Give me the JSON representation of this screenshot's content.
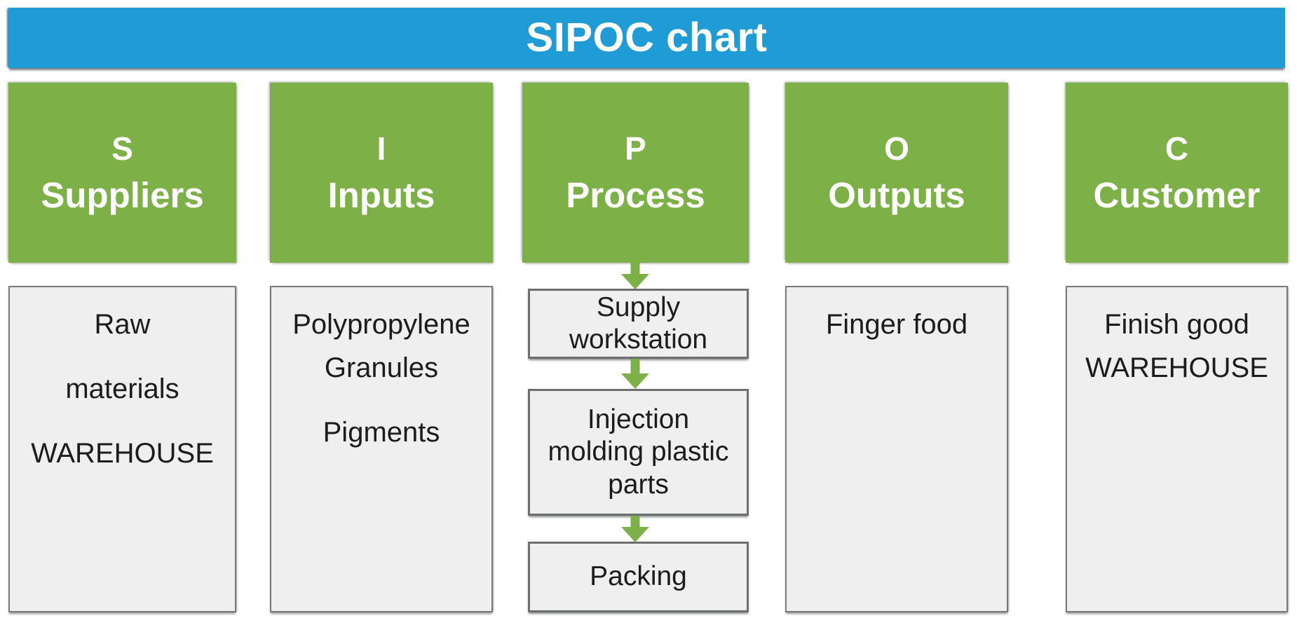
{
  "title": {
    "text": "SIPOC chart",
    "bar_color": "#1F9BD6"
  },
  "theme": {
    "header_green": "#7EB048",
    "box_gray_fill": "#EFEFEF",
    "box_border_gray": "#7A7A7A",
    "arrow_green": "#7EB048",
    "text_dark": "#1C1C1C",
    "text_light": "#FFFFFF"
  },
  "columns": [
    {
      "letter": "S",
      "word": "Suppliers",
      "content_lines": [
        "Raw",
        "materials",
        "WAREHOUSE"
      ]
    },
    {
      "letter": "I",
      "word": "Inputs",
      "content_lines": [
        "Polypropylene",
        "Granules",
        "",
        "Pigments"
      ]
    },
    {
      "letter": "P",
      "word": "Process",
      "steps": [
        {
          "lines": [
            "Supply",
            "workstation"
          ]
        },
        {
          "lines": [
            "Injection",
            "molding plastic",
            "parts"
          ]
        },
        {
          "lines": [
            "Packing"
          ]
        }
      ]
    },
    {
      "letter": "O",
      "word": "Outputs",
      "content_lines": [
        "Finger food"
      ]
    },
    {
      "letter": "C",
      "word": "Customer",
      "content_lines": [
        "Finish good",
        "WAREHOUSE"
      ]
    }
  ]
}
